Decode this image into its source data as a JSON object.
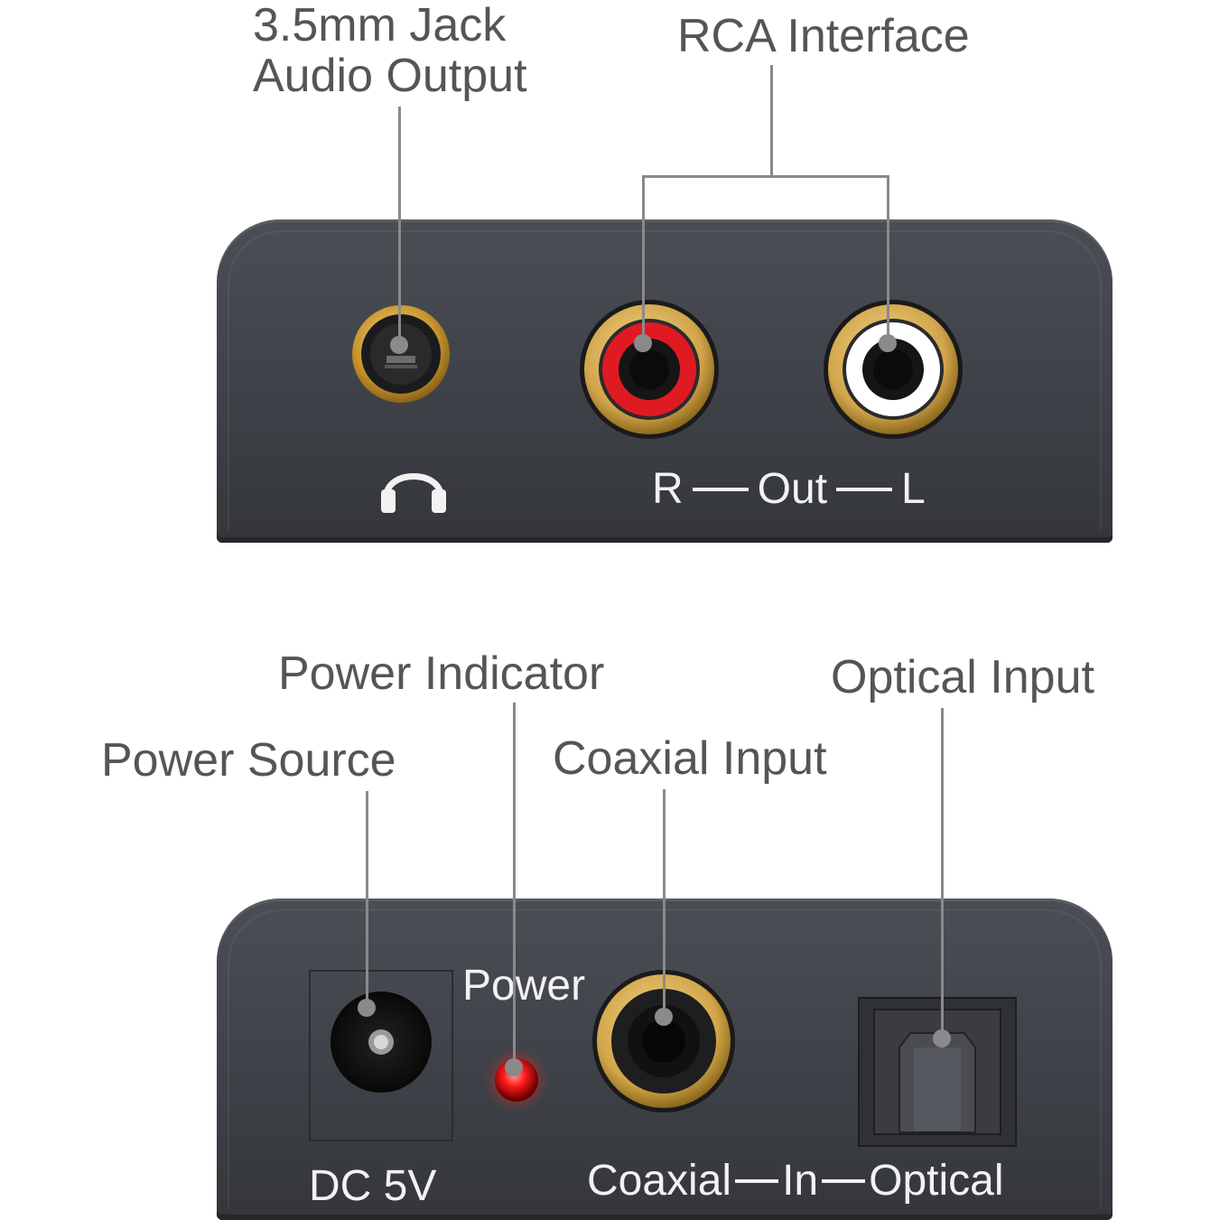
{
  "callouts": {
    "jack_line1": "3.5mm Jack",
    "jack_line2": "Audio Output",
    "rca": "RCA Interface",
    "power_indicator": "Power Indicator",
    "power_source": "Power Source",
    "coaxial_input": "Coaxial Input",
    "optical_input": "Optical Input"
  },
  "top_panel": {
    "headphone_icon": "headphone-icon",
    "r_label": "R",
    "out_label": "Out",
    "l_label": "L"
  },
  "bottom_panel": {
    "power_label": "Power",
    "dc_label": "DC 5V",
    "coaxial_label": "Coaxial",
    "in_label": "In",
    "optical_label": "Optical"
  },
  "colors": {
    "panel": "#3d4046",
    "gold": "#d9b25a",
    "rca_right": "#e01a22",
    "rca_left": "#ffffff",
    "led": "#ff1a1a",
    "callout_text": "#555555"
  }
}
